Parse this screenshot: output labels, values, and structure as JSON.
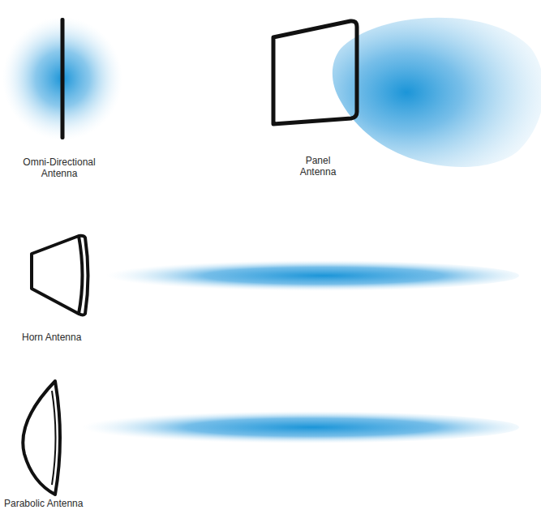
{
  "diagram": {
    "labels": [
      "Omni-Directional Antenna",
      "Panel Antenna",
      "Horn Antenna",
      "Parabolic Antenna"
    ]
  }
}
